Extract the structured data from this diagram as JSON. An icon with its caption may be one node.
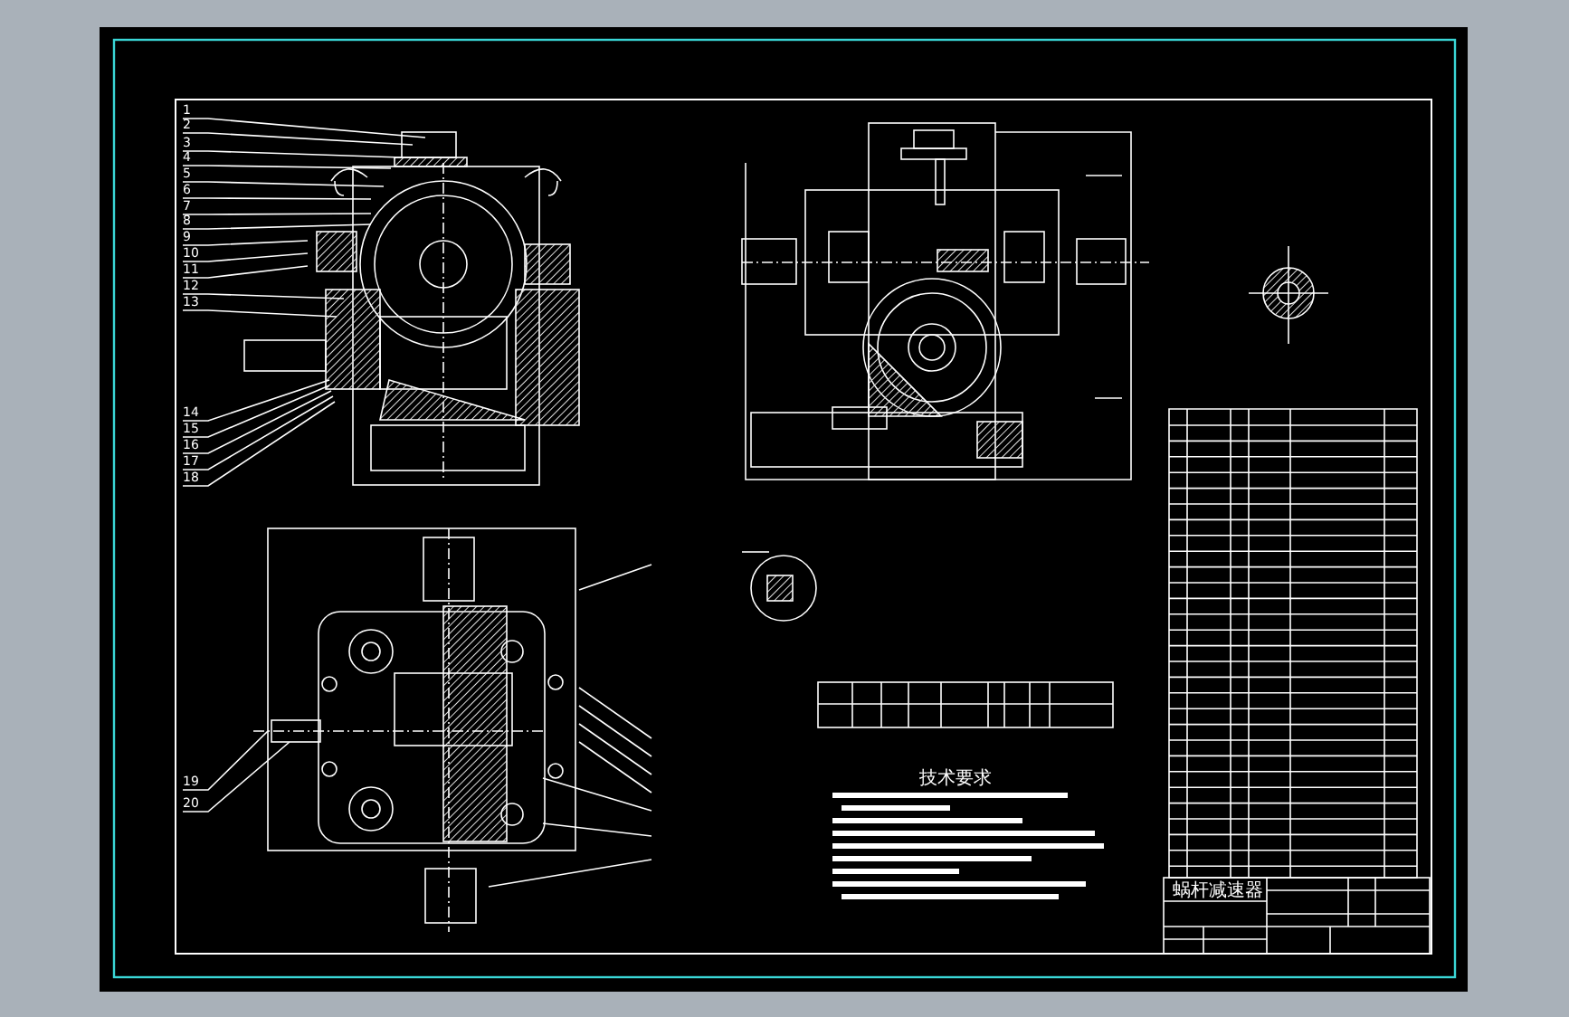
{
  "diagram": {
    "nodes": [
      {
        "text": [
          "1"
        ]
      },
      {
        "text": [
          "2"
        ]
      },
      {
        "text": [
          "3"
        ]
      },
      {
        "text": [
          "4"
        ]
      },
      {
        "text": [
          "5"
        ]
      },
      {
        "text": [
          "6"
        ]
      },
      {
        "text": [
          "7"
        ]
      },
      {
        "text": [
          "8"
        ]
      },
      {
        "text": [
          "9"
        ]
      },
      {
        "text": [
          "10"
        ]
      },
      {
        "text": [
          "11"
        ]
      },
      {
        "text": [
          "12"
        ]
      },
      {
        "text": [
          "13"
        ]
      },
      {
        "text": [
          "14"
        ]
      },
      {
        "text": [
          "15"
        ]
      },
      {
        "text": [
          "16"
        ]
      },
      {
        "text": [
          "17"
        ]
      },
      {
        "text": [
          "18"
        ]
      },
      {
        "text": [
          "19"
        ]
      },
      {
        "text": [
          "20"
        ]
      },
      {
        "text": [],
        "shape": "picture"
      },
      {
        "text": [],
        "shape": "picture"
      }
    ],
    "edges": [
      {
        "from": 0,
        "to": 20,
        "arrow": "none"
      },
      {
        "from": 1,
        "to": 20,
        "arrow": "none"
      },
      {
        "from": 2,
        "to": 20,
        "arrow": "none"
      },
      {
        "from": 3,
        "to": 20,
        "arrow": "none"
      },
      {
        "from": 4,
        "to": 20,
        "arrow": "none"
      },
      {
        "from": 5,
        "to": 20,
        "arrow": "none"
      },
      {
        "from": 6,
        "to": 20,
        "arrow": "none"
      },
      {
        "from": 7,
        "to": 20,
        "arrow": "none"
      },
      {
        "from": 8,
        "to": 20,
        "arrow": "none"
      },
      {
        "from": 9,
        "to": 20,
        "arrow": "none"
      },
      {
        "from": 10,
        "to": 20,
        "arrow": "none"
      },
      {
        "from": 11,
        "to": 20,
        "arrow": "none"
      },
      {
        "from": 12,
        "to": 20,
        "arrow": "none"
      },
      {
        "from": 13,
        "to": 20,
        "arrow": "none"
      },
      {
        "from": 14,
        "to": 20,
        "arrow": "none"
      },
      {
        "from": 15,
        "to": 20,
        "arrow": "none"
      },
      {
        "from": 16,
        "to": 20,
        "arrow": "none"
      },
      {
        "from": 17,
        "to": 20,
        "arrow": "none"
      },
      {
        "from": 18,
        "to": 21,
        "arrow": "none"
      },
      {
        "from": 19,
        "to": 21,
        "arrow": "none"
      }
    ],
    "labels": [
      "技术要求",
      "蜗杆减速器"
    ]
  }
}
